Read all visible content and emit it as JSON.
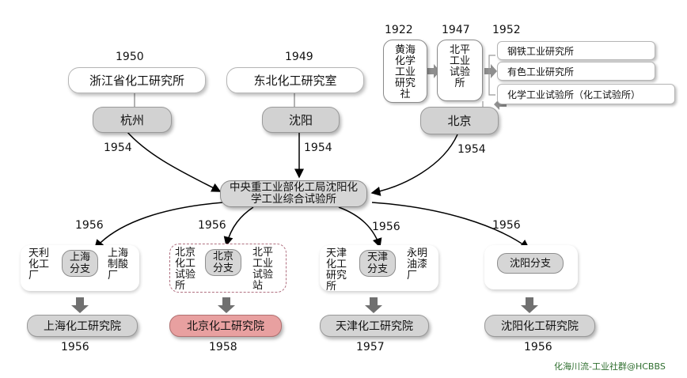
{
  "top": {
    "left": {
      "year": "1950",
      "org": "浙江省化工研究所",
      "city": "杭州",
      "merge_year": "1954"
    },
    "mid": {
      "year": "1949",
      "org": "东北化工研究室",
      "city": "沈阳",
      "merge_year": "1954"
    },
    "right": {
      "years": [
        "1922",
        "1947",
        "1952"
      ],
      "org_a": "黄海化学工业研究社",
      "org_b": "北平工业试验所",
      "institutes": [
        "钢铁工业研究所",
        "有色工业研究所",
        "化学工业试验所（化工试验所）"
      ],
      "city": "北京",
      "merge_year": "1954"
    }
  },
  "center": {
    "label": "中央重工业部化工局沈阳化学工业综合试验所"
  },
  "branches": [
    {
      "year": "1956",
      "left_text": "天利化工厂",
      "pill": "上海分支",
      "right_text": "上海制酸厂",
      "result": "上海化工研究院",
      "result_year": "1956"
    },
    {
      "year": "1956",
      "left_text": "北京化工试验所",
      "pill": "北京分支",
      "right_text": "北平工业试验站",
      "result": "北京化工研究院",
      "result_year": "1958"
    },
    {
      "year": "1956",
      "left_text": "天津化工研究所",
      "pill": "天津分支",
      "right_text": "永明油漆厂",
      "result": "天津化工研究院",
      "result_year": "1957"
    },
    {
      "year": "1956",
      "pill": "沈阳分支",
      "result": "沈阳化工研究院",
      "result_year": "1956"
    }
  ],
  "watermark": "化海川流-工业社群@HCBBS",
  "colors": {
    "gray_box": "#d2d2d2",
    "highlight": "#e8a0a0",
    "dashed_border": "#b07080"
  }
}
